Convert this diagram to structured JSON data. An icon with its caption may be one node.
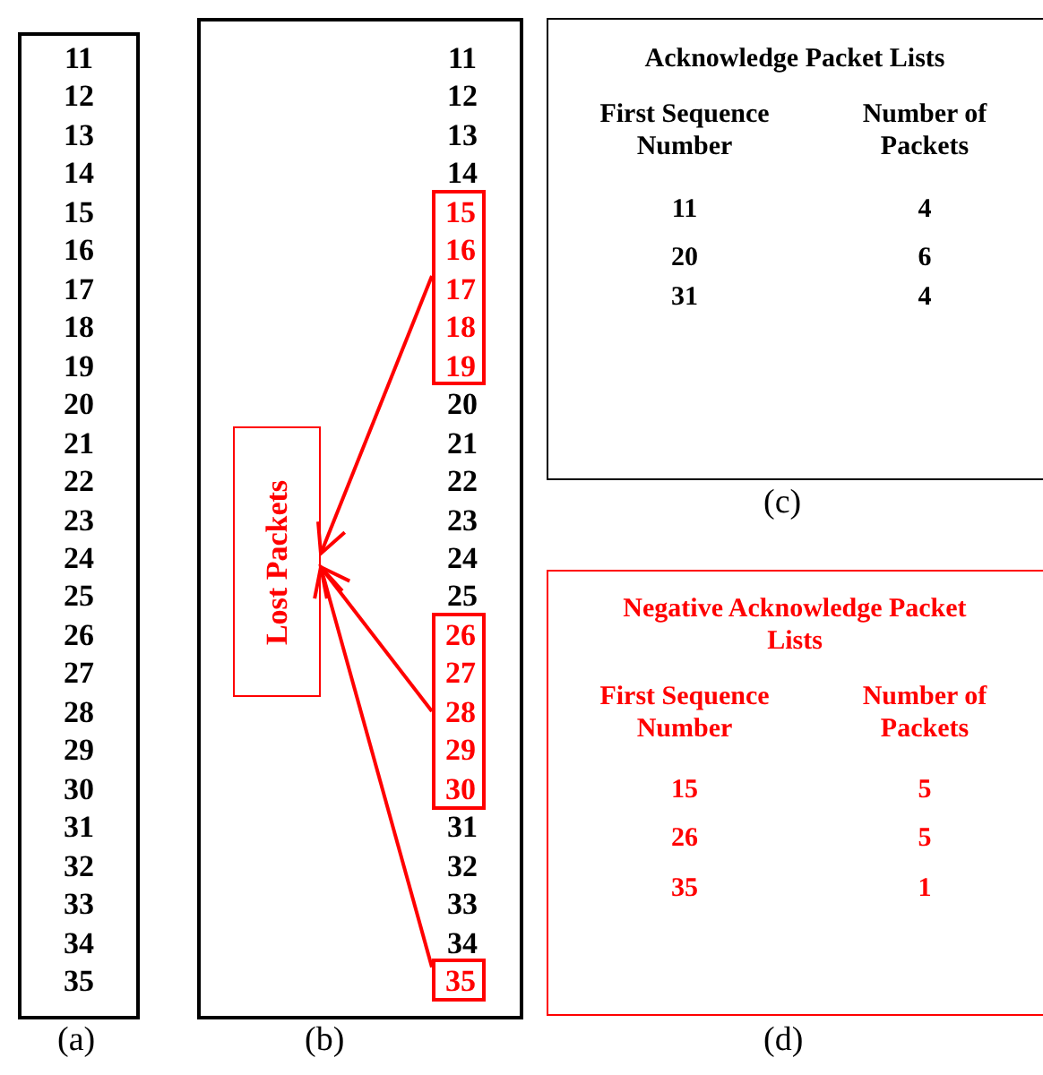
{
  "diagram": {
    "nodes": [
      {
        "text": [
          "11",
          "12",
          "13",
          "14",
          "15",
          "16",
          "17",
          "18",
          "19",
          "20",
          "21",
          "22",
          "23",
          "24",
          "25",
          "26",
          "27",
          "28",
          "29",
          "30",
          "31",
          "32",
          "33",
          "34",
          "35"
        ],
        "beside": [
          "(a)"
        ]
      },
      {
        "text": [
          "11",
          "12",
          "13",
          "14",
          "20",
          "21",
          "22",
          "23",
          "24",
          "25",
          "31",
          "32",
          "33",
          "34"
        ],
        "beside": [
          "(b)"
        ]
      },
      {
        "text": [
          "15",
          "16",
          "17",
          "18",
          "19"
        ],
        "in": 1
      },
      {
        "text": [
          "26",
          "27",
          "28",
          "29",
          "30"
        ],
        "in": 1
      },
      {
        "text": [
          "35"
        ],
        "in": 1
      },
      {
        "text": [
          "Lost Packets"
        ],
        "in": 1
      },
      {
        "text": [
          "Acknowledge Packet Lists",
          "First Sequence Number",
          "Number of Packets",
          "11",
          "4",
          "20",
          "6",
          "31",
          "4"
        ],
        "beside": [
          "(c)"
        ]
      },
      {
        "text": [
          "Negative Acknowledge Packet Lists",
          "First Sequence Number",
          "Number of Packets",
          "15",
          "5",
          "26",
          "5",
          "35",
          "1"
        ],
        "beside": [
          "(d)"
        ]
      }
    ],
    "edges": [
      {
        "from": 2,
        "to": 5,
        "arrow": "to"
      },
      {
        "from": 3,
        "to": 5,
        "arrow": "to"
      },
      {
        "from": 4,
        "to": 5,
        "arrow": "to"
      }
    ]
  }
}
